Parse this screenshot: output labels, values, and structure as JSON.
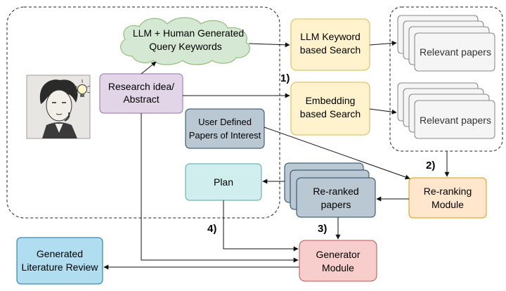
{
  "nodes": {
    "keywords_cloud": [
      "LLM + Human Generated",
      "Query Keywords"
    ],
    "research_idea": [
      "Research idea/",
      "Abstract"
    ],
    "llm_keyword_search": [
      "LLM Keyword",
      "based Search"
    ],
    "embedding_search": [
      "Embedding",
      "based Search"
    ],
    "relevant_papers_top": [
      "Relevant papers"
    ],
    "relevant_papers_bottom": [
      "Relevant papers"
    ],
    "user_defined": [
      "User Defined",
      "Papers of Interest"
    ],
    "plan": [
      "Plan"
    ],
    "reranked_papers": [
      "Re-ranked",
      "papers"
    ],
    "reranking_module": [
      "Re-ranking",
      "Module"
    ],
    "generator_module": [
      "Generator",
      "Module"
    ],
    "generated_review": [
      "Generated",
      "Literature Review"
    ]
  },
  "step_labels": {
    "s1": "1)",
    "s2": "2)",
    "s3": "3)",
    "s4": "4)"
  },
  "colors": {
    "lilac": "#e1d5e7",
    "lilac_stroke": "#9673a6",
    "green": "#d5e8d4",
    "green_stroke": "#82b366",
    "yellow": "#fff2cc",
    "yellow_stroke": "#d6b656",
    "orange": "#ffe6cc",
    "orange_stroke": "#d79b00",
    "slate": "#bac8d3",
    "slate_stroke": "#23445d",
    "teal": "#d0eeee",
    "teal_stroke": "#5aa3a3",
    "blue": "#b1ddf0",
    "blue_stroke": "#10739e",
    "red": "#f8cecc",
    "red_stroke": "#b85450",
    "paper": "#f5f5f5",
    "paper_stroke": "#666666"
  },
  "icons": {
    "portrait": "thinking-person-with-lightbulb-sketch"
  }
}
